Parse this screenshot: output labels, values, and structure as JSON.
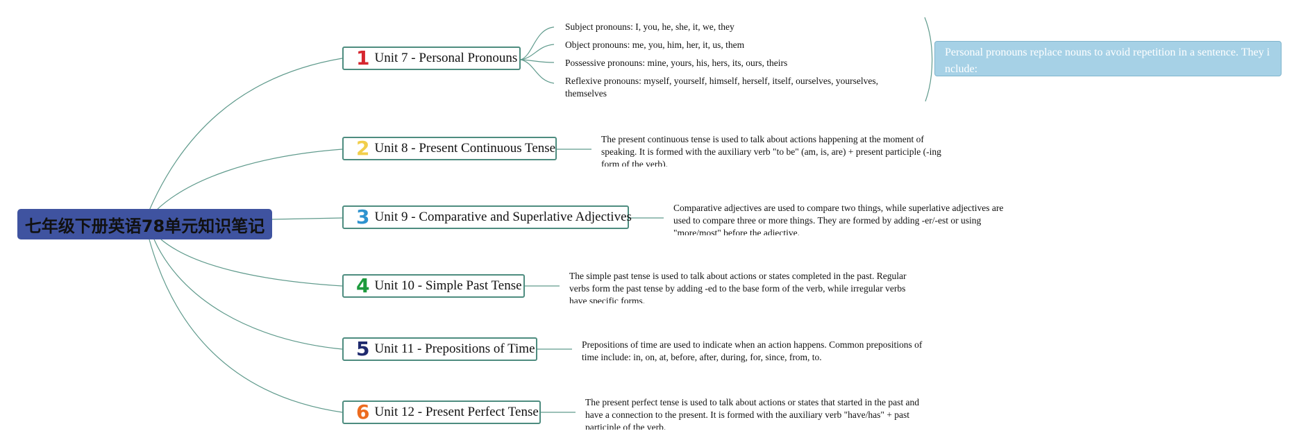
{
  "root": {
    "title": "七年级下册英语78单元知识笔记"
  },
  "units": [
    {
      "number": "1",
      "color": "#d6262f",
      "label": "Unit 7 - Personal Pronouns"
    },
    {
      "number": "2",
      "color": "#f1ce4b",
      "label": "Unit 8 - Present Continuous Tense",
      "note": "The present continuous tense is used to talk about actions happening at the moment of speaking. It is formed with the auxiliary verb \"to be\" (am, is, are) + present participle (-ing form of the verb)."
    },
    {
      "number": "3",
      "color": "#2e93cf",
      "label": "Unit 9 - Comparative and Superlative Adjectives",
      "note": "Comparative adjectives are used to compare two things, while superlative adjectives are used to compare three or more things. They are formed by adding -er/-est or using \"more/most\" before the adjective."
    },
    {
      "number": "4",
      "color": "#1c9a3c",
      "label": "Unit 10 - Simple Past Tense",
      "note": "The simple past tense is used to talk about actions or states completed in the past. Regular verbs form the past tense by adding -ed to the base form of the verb, while irregular verbs have specific forms."
    },
    {
      "number": "5",
      "color": "#1f2a6e",
      "label": "Unit 11 - Prepositions of Time",
      "note": "Prepositions of time are used to indicate when an action happens. Common prepositions of time include: in, on, at, before, after, during, for, since, from, to."
    },
    {
      "number": "6",
      "color": "#ec6b1f",
      "label": "Unit 12 - Present Perfect Tense",
      "note": "The present perfect tense is used to talk about actions or states that started in the past and have a connection to the present. It is formed with the auxiliary verb \"have/has\" + past participle of the verb."
    }
  ],
  "pronouns": {
    "items": [
      "Subject pronouns: I, you, he, she, it, we, they",
      "Object pronouns: me, you, him, her, it, us, them",
      "Possessive pronouns: mine, yours, his, hers, its, ours, theirs",
      "Reflexive pronouns: myself, yourself, himself, herself, itself, ourselves, yourselves, themselves"
    ],
    "summary": "Personal pronouns replace nouns to avoid repetition in a sentence. They include:"
  },
  "colors": {
    "connector": "#5f9a8c",
    "node_border": "#4d8c7f",
    "root_fill": "#3f53a0",
    "callout_fill": "#a6d1e6"
  }
}
